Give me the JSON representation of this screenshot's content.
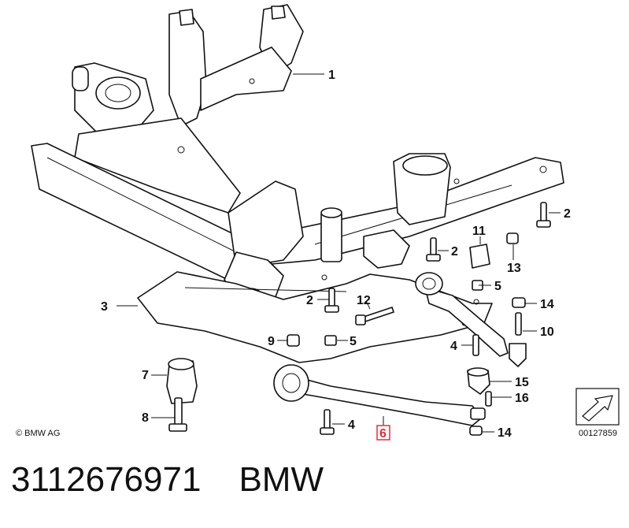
{
  "diagram": {
    "copyright": "© BMW AG",
    "drawing_number": "00127859",
    "highlighted_part": "6",
    "callouts": [
      "1",
      "2",
      "2",
      "2",
      "3",
      "4",
      "4",
      "5",
      "5",
      "6",
      "7",
      "8",
      "9",
      "10",
      "11",
      "12",
      "13",
      "14",
      "14",
      "15",
      "16"
    ]
  },
  "caption": {
    "part_number": "3112676971",
    "brand": "BMW"
  }
}
